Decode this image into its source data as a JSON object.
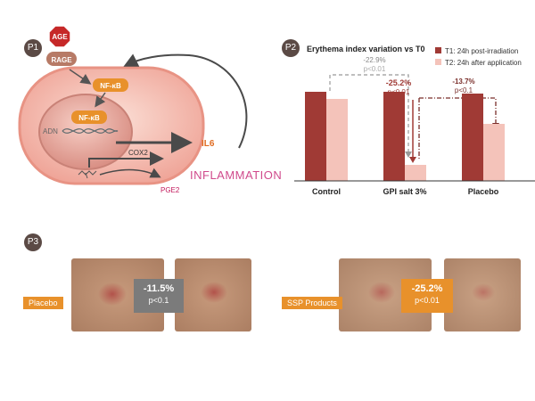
{
  "p1": {
    "badge": "P1",
    "age": "AGE",
    "rage": "RAGE",
    "nfkb_top": "NF-κB",
    "nfkb_nucleus": "NF-κB",
    "adn": "ADN",
    "il6": "IL6",
    "cox2": "COX2",
    "pge2": "PGE2",
    "inflammation": "INFLAMMATION"
  },
  "p2": {
    "badge": "P2",
    "annotations": {
      "a1_pct": "-22.9%",
      "a1_p": "p<0.01",
      "a2_pct": "-25.2%",
      "a2_p": "p<0.01",
      "a3_pct": "-13.7%",
      "a3_p": "p<0.1"
    }
  },
  "chart_data": {
    "type": "bar",
    "title": "Erythema index variation vs T0",
    "categories": [
      "Control",
      "GPI salt 3%",
      "Placebo"
    ],
    "series": [
      {
        "name": "T1: 24h post-irradiation",
        "color": "#a03a35",
        "values": [
          100,
          100,
          98
        ]
      },
      {
        "name": "T2: 24h after application",
        "color": "#f4c3ba",
        "values": [
          92,
          18,
          64
        ]
      }
    ],
    "ylim": [
      0,
      130
    ]
  },
  "p3": {
    "badge": "P3",
    "placebo_label": "Placebo",
    "placebo_pct": "-11.5%",
    "placebo_p": "p<0.1",
    "ssp_label": "SSP Products",
    "ssp_pct": "-25.2%",
    "ssp_p": "p<0.01",
    "colors": {
      "orange": "#e8912b",
      "grey": "#7b7b7b"
    }
  }
}
